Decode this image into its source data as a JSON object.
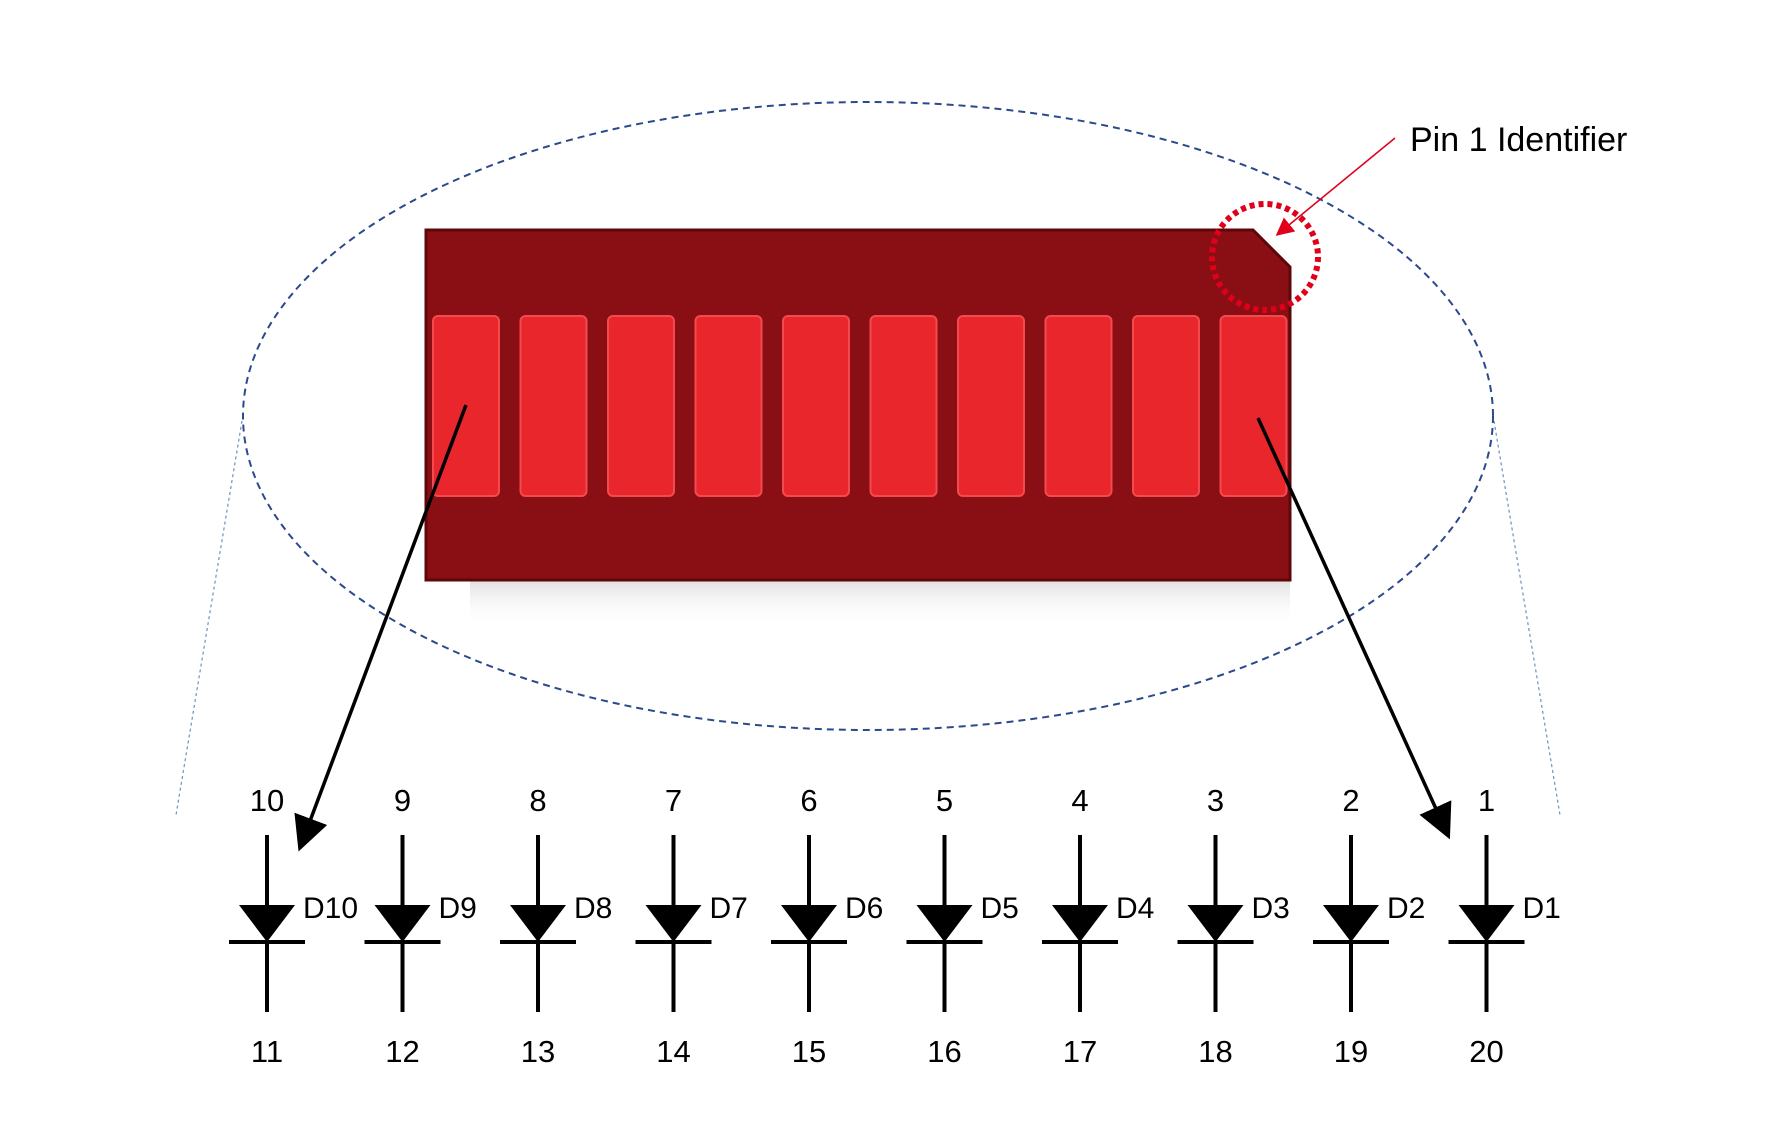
{
  "callout": {
    "label": "Pin 1 Identifier"
  },
  "diodes": [
    {
      "name": "D10",
      "anode_pin": "10",
      "cathode_pin": "11"
    },
    {
      "name": "D9",
      "anode_pin": "9",
      "cathode_pin": "12"
    },
    {
      "name": "D8",
      "anode_pin": "8",
      "cathode_pin": "13"
    },
    {
      "name": "D7",
      "anode_pin": "7",
      "cathode_pin": "14"
    },
    {
      "name": "D6",
      "anode_pin": "6",
      "cathode_pin": "15"
    },
    {
      "name": "D5",
      "anode_pin": "5",
      "cathode_pin": "16"
    },
    {
      "name": "D4",
      "anode_pin": "4",
      "cathode_pin": "17"
    },
    {
      "name": "D3",
      "anode_pin": "3",
      "cathode_pin": "18"
    },
    {
      "name": "D2",
      "anode_pin": "2",
      "cathode_pin": "19"
    },
    {
      "name": "D1",
      "anode_pin": "1",
      "cathode_pin": "20"
    }
  ],
  "segment_count": 10,
  "colors": {
    "package_body": "#8a0f14",
    "package_edge": "#5e0709",
    "segment": "#e8262c",
    "segment_highlight": "#f24a4f",
    "identifier_circle": "#e0001a",
    "callout_line": "#e0001a",
    "ellipse_outline": "#2a4a8c",
    "guide_lines": "#6f8fc4",
    "arrows": "#000000",
    "diode_symbol": "#000000"
  }
}
